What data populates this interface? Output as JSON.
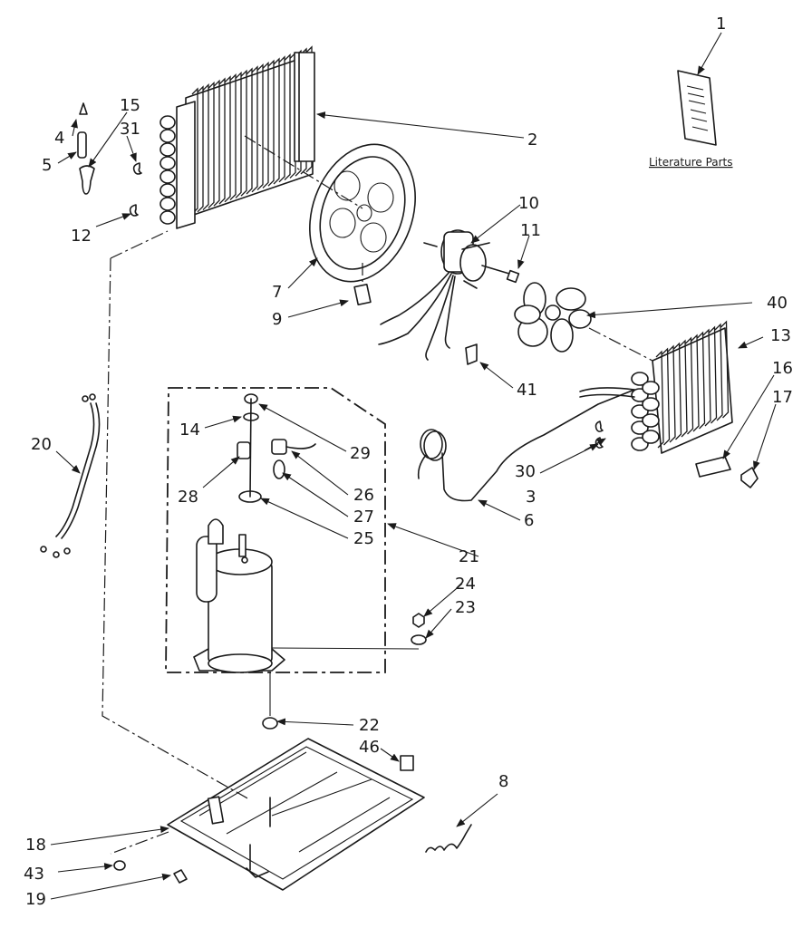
{
  "literature_label": "Literature Parts",
  "callouts": [
    "1",
    "2",
    "3",
    "4",
    "5",
    "6",
    "7",
    "8",
    "9",
    "10",
    "11",
    "12",
    "13",
    "14",
    "15",
    "16",
    "17",
    "18",
    "19",
    "20",
    "21",
    "22",
    "23",
    "24",
    "25",
    "26",
    "27",
    "28",
    "29",
    "30",
    "31",
    "40",
    "41",
    "43",
    "46"
  ]
}
